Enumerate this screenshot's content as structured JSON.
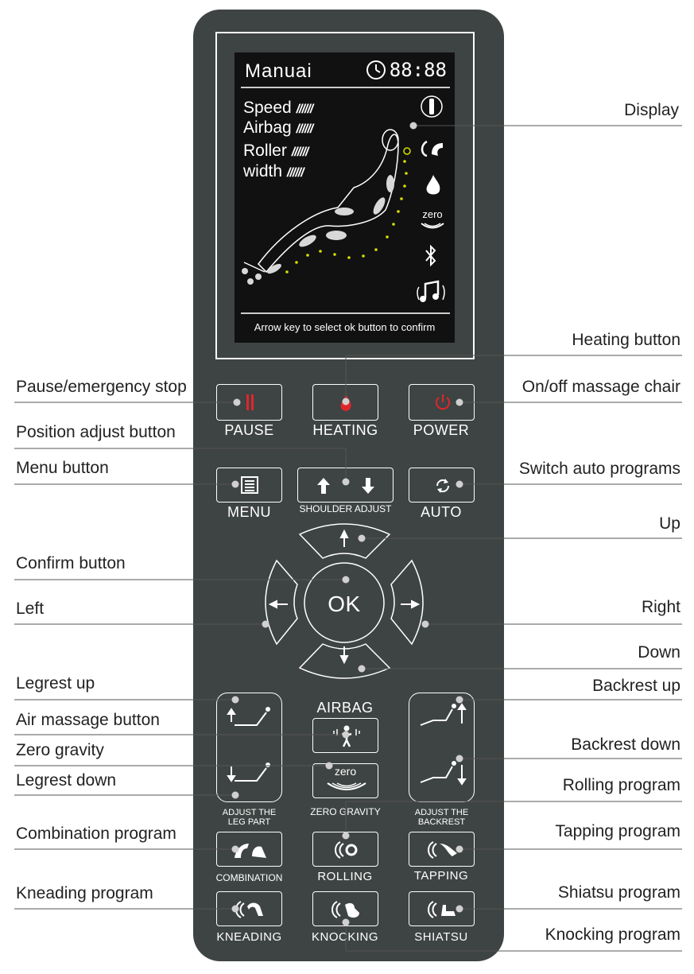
{
  "screen": {
    "mode_title": "Manuai",
    "clock": "88:88",
    "levels": [
      {
        "label": "Speed",
        "bars": "//////"
      },
      {
        "label": "Airbag",
        "bars": "//////"
      },
      {
        "label": "Roller",
        "bars": "//////"
      },
      {
        "label": "width",
        "bars": "//////"
      }
    ],
    "zero_icon_label": "zero",
    "hint": "Arrow key to select ok button to confirm"
  },
  "buttons": {
    "pause": "PAUSE",
    "heating": "HEATING",
    "power": "POWER",
    "menu": "MENU",
    "shoulder_adjust": "SHOULDER ADJUST",
    "auto": "AUTO",
    "ok": "OK",
    "airbag": "AIRBAG",
    "zero_badge": "zero",
    "zero_gravity": "ZERO GRAVITY",
    "adjust_leg_line1": "ADJUST THE",
    "adjust_leg_line2": "LEG PART",
    "adjust_back_line1": "ADJUST THE",
    "adjust_back_line2": "BACKREST",
    "combination": "COMBINATION",
    "rolling": "ROLLING",
    "tapping": "TAPPING",
    "kneading": "KNEADING",
    "knocking": "KNOCKING",
    "shiatsu": "SHIATSU"
  },
  "annotations": {
    "display": "Display",
    "heating_button": "Heating button",
    "pause_stop": "Pause/emergency stop",
    "on_off": "On/off massage chair",
    "position_adjust": "Position adjust button",
    "menu_button": "Menu button",
    "switch_auto": "Switch auto programs",
    "up": "Up",
    "confirm": "Confirm button",
    "left": "Left",
    "right": "Right",
    "down": "Down",
    "legrest_up": "Legrest up",
    "backrest_up": "Backrest up",
    "air_massage": "Air massage button",
    "zero_gravity": "Zero gravity",
    "backrest_down": "Backrest down",
    "legrest_down": "Legrest down",
    "rolling_program": "Rolling program",
    "combination_program": "Combination program",
    "tapping_program": "Tapping program",
    "kneading_program": "Kneading program",
    "shiatsu_program": "Shiatsu program",
    "knocking_program": "Knocking program"
  },
  "colors": {
    "body": "#3e4443",
    "screen": "#111111",
    "accent_red": "#e0262b",
    "track_dots": "#d6e000"
  }
}
